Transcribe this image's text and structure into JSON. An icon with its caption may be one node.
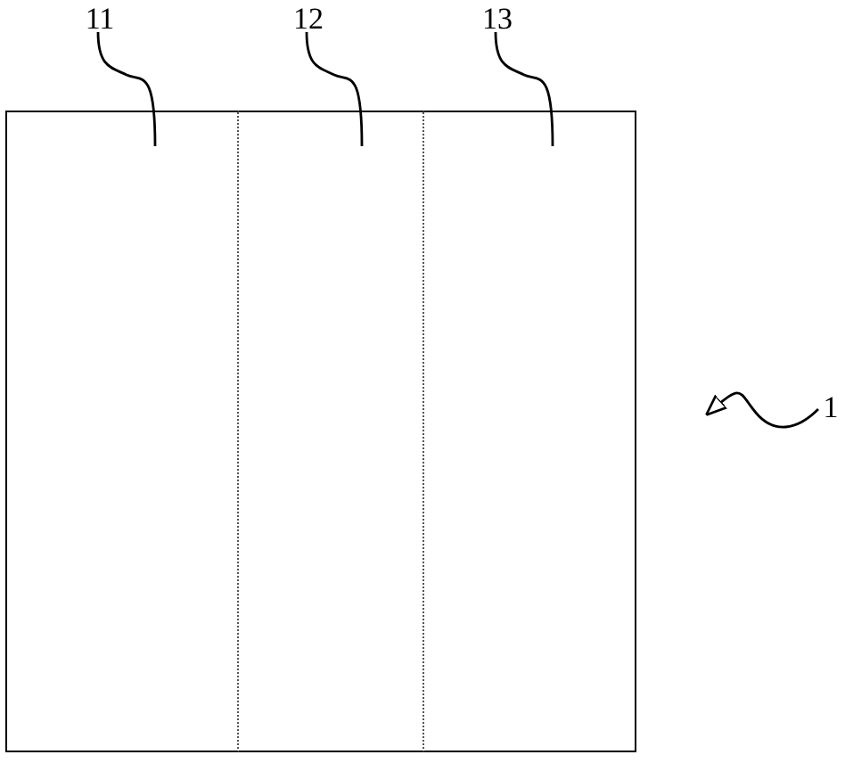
{
  "diagram": {
    "nodes": [
      {
        "text": [],
        "shape": "box"
      },
      {
        "text": [],
        "shape": "box",
        "in": 0
      },
      {
        "text": [],
        "shape": "box",
        "in": 0
      },
      {
        "text": [],
        "shape": "box",
        "in": 0
      },
      {
        "text": [
          "11"
        ]
      },
      {
        "text": [
          "12"
        ]
      },
      {
        "text": [
          "13"
        ]
      },
      {
        "text": [
          "1"
        ]
      }
    ],
    "edges": [
      {
        "from": 4,
        "to": 1,
        "arrow": "none"
      },
      {
        "from": 5,
        "to": 2,
        "arrow": "none"
      },
      {
        "from": 6,
        "to": 3,
        "arrow": "none"
      },
      {
        "from": 7,
        "to": null,
        "arrow": "to"
      }
    ]
  }
}
